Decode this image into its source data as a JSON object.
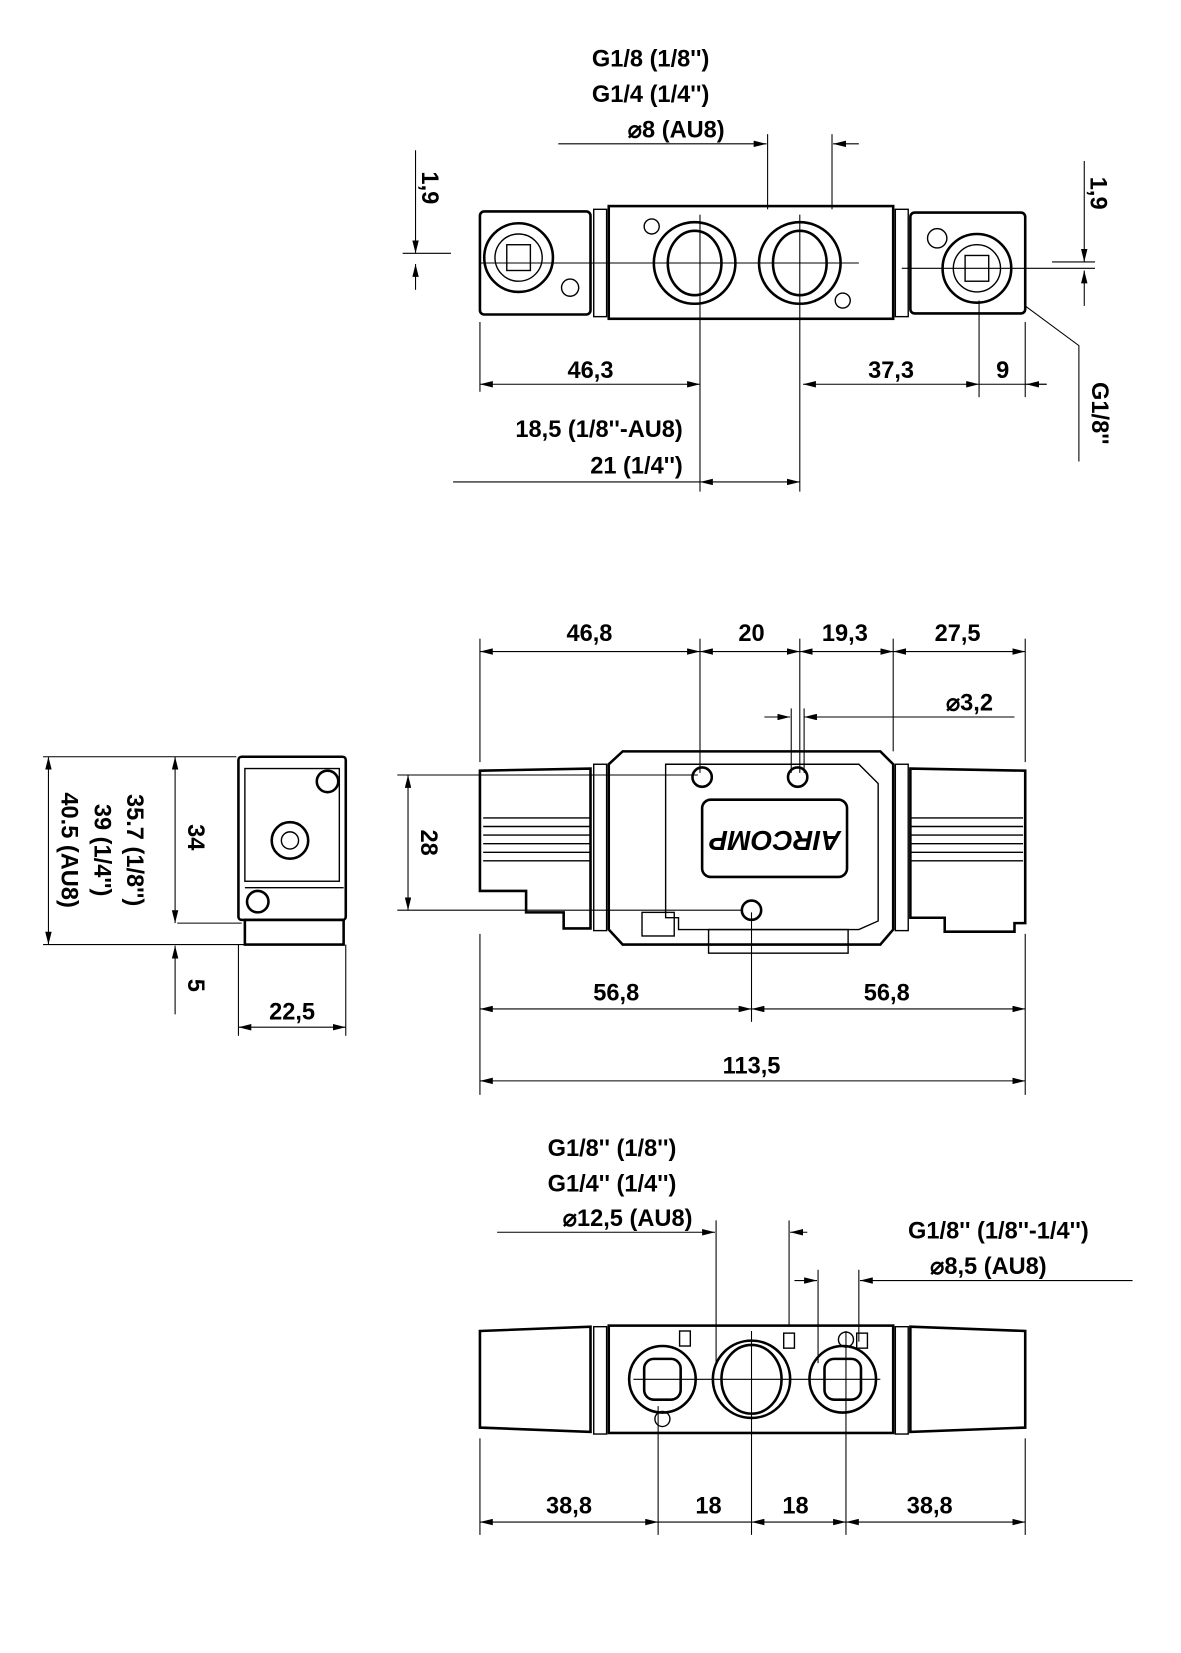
{
  "top_view": {
    "port_thread_1": "G1/8 (1/8'')",
    "port_thread_2": "G1/4 (1/4'')",
    "port_tube": "⌀8 (AU8)",
    "offset_left": "1,9",
    "offset_right": "1,9",
    "dim_left": "46,3",
    "dim_right": "37,3",
    "dim_fitting": "9",
    "pilot_port": "G1/8''",
    "pitch_1": "18,5 (1/8''-AU8)",
    "pitch_2": "21 (1/4'')"
  },
  "front_view": {
    "dim_a": "46,8",
    "dim_b": "20",
    "dim_c": "19,3",
    "dim_d": "27,5",
    "hole_dia": "⌀3,2",
    "height": "28",
    "half_left": "56,8",
    "half_right": "56,8",
    "overall_length": "113,5",
    "logo_text": "AIRCOMP"
  },
  "side_view": {
    "height_body": "34",
    "height_base": "5",
    "height_1": "35.7 (1/8'')",
    "height_2": "39 (1/4'')",
    "height_3": "40.5 (AU8)",
    "width": "22,5"
  },
  "bottom_view": {
    "center_thread_1": "G1/8'' (1/8'')",
    "center_thread_2": "G1/4'' (1/4'')",
    "center_tube": "⌀12,5 (AU8)",
    "side_thread": "G1/8'' (1/8''-1/4'')",
    "side_tube": "⌀8,5 (AU8)",
    "dim_1": "38,8",
    "dim_2": "18",
    "dim_3": "18",
    "dim_4": "38,8"
  }
}
